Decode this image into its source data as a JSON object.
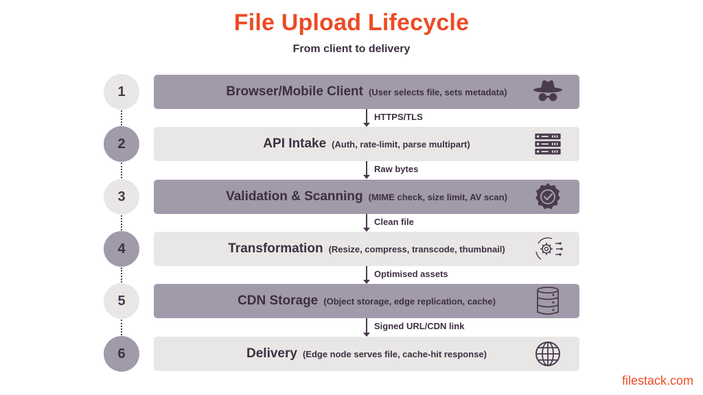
{
  "header": {
    "title": "File Upload Lifecycle",
    "subtitle": "From client to delivery"
  },
  "steps": [
    {
      "number": "1",
      "title": "Browser/Mobile Client",
      "detail": "(User selects file, sets metadata)",
      "icon": "spy-hat-icon"
    },
    {
      "number": "2",
      "title": "API Intake",
      "detail": "(Auth, rate-limit, parse multipart)",
      "icon": "server-rack-icon"
    },
    {
      "number": "3",
      "title": "Validation & Scanning",
      "detail": "(MIME check, size limit, AV scan)",
      "icon": "verified-badge-icon"
    },
    {
      "number": "4",
      "title": "Transformation",
      "detail": "(Resize, compress, transcode, thumbnail)",
      "icon": "gear-cycle-icon"
    },
    {
      "number": "5",
      "title": "CDN Storage",
      "detail": "(Object storage, edge replication, cache)",
      "icon": "database-icon"
    },
    {
      "number": "6",
      "title": "Delivery",
      "detail": "(Edge node serves file, cache-hit response)",
      "icon": "globe-icon"
    }
  ],
  "connectors": [
    {
      "label": "HTTPS/TLS"
    },
    {
      "label": "Raw bytes"
    },
    {
      "label": "Clean file"
    },
    {
      "label": "Optimised assets"
    },
    {
      "label": "Signed URL/CDN link"
    }
  ],
  "footer": {
    "brand": "filestack.com"
  },
  "colors": {
    "accent": "#ec4b24",
    "band_dark": "#a19aaa",
    "band_light": "#e8e7e6",
    "text": "#3d2f40"
  }
}
